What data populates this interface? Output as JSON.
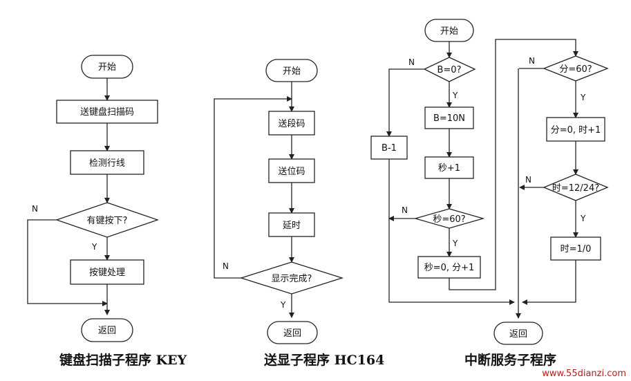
{
  "diagrams": [
    {
      "caption": "键盘扫描子程序 KEY",
      "nodes": {
        "start": "开始",
        "send_scan_code": "送键盘扫描码",
        "detect_rows": "检测行线",
        "key_pressed": "有键按下?",
        "handle_key": "按键处理",
        "return": "返回"
      },
      "labels": {
        "no": "N",
        "yes": "Y"
      }
    },
    {
      "caption": "送显子程序 HC164",
      "nodes": {
        "start": "开始",
        "send_segment": "送段码",
        "send_digit": "送位码",
        "delay": "延时",
        "display_done": "显示完成?",
        "return": "返回"
      },
      "labels": {
        "no": "N",
        "yes": "Y"
      }
    },
    {
      "caption": "中断服务子程序",
      "nodes": {
        "start": "开始",
        "b_zero": "B=0?",
        "b_set": "B=10N",
        "b_dec": "B-1",
        "sec_inc": "秒+1",
        "sec_60": "秒=60?",
        "sec_reset": "秒=0, 分+1",
        "min_60": "分=60?",
        "min_reset": "分=0, 时+1",
        "hour_12_24": "时=12/24?",
        "hour_reset": "时=1/0",
        "return": "返回"
      },
      "labels": {
        "no": "N",
        "yes": "Y"
      }
    }
  ],
  "watermark": "www.55dianzi.com"
}
